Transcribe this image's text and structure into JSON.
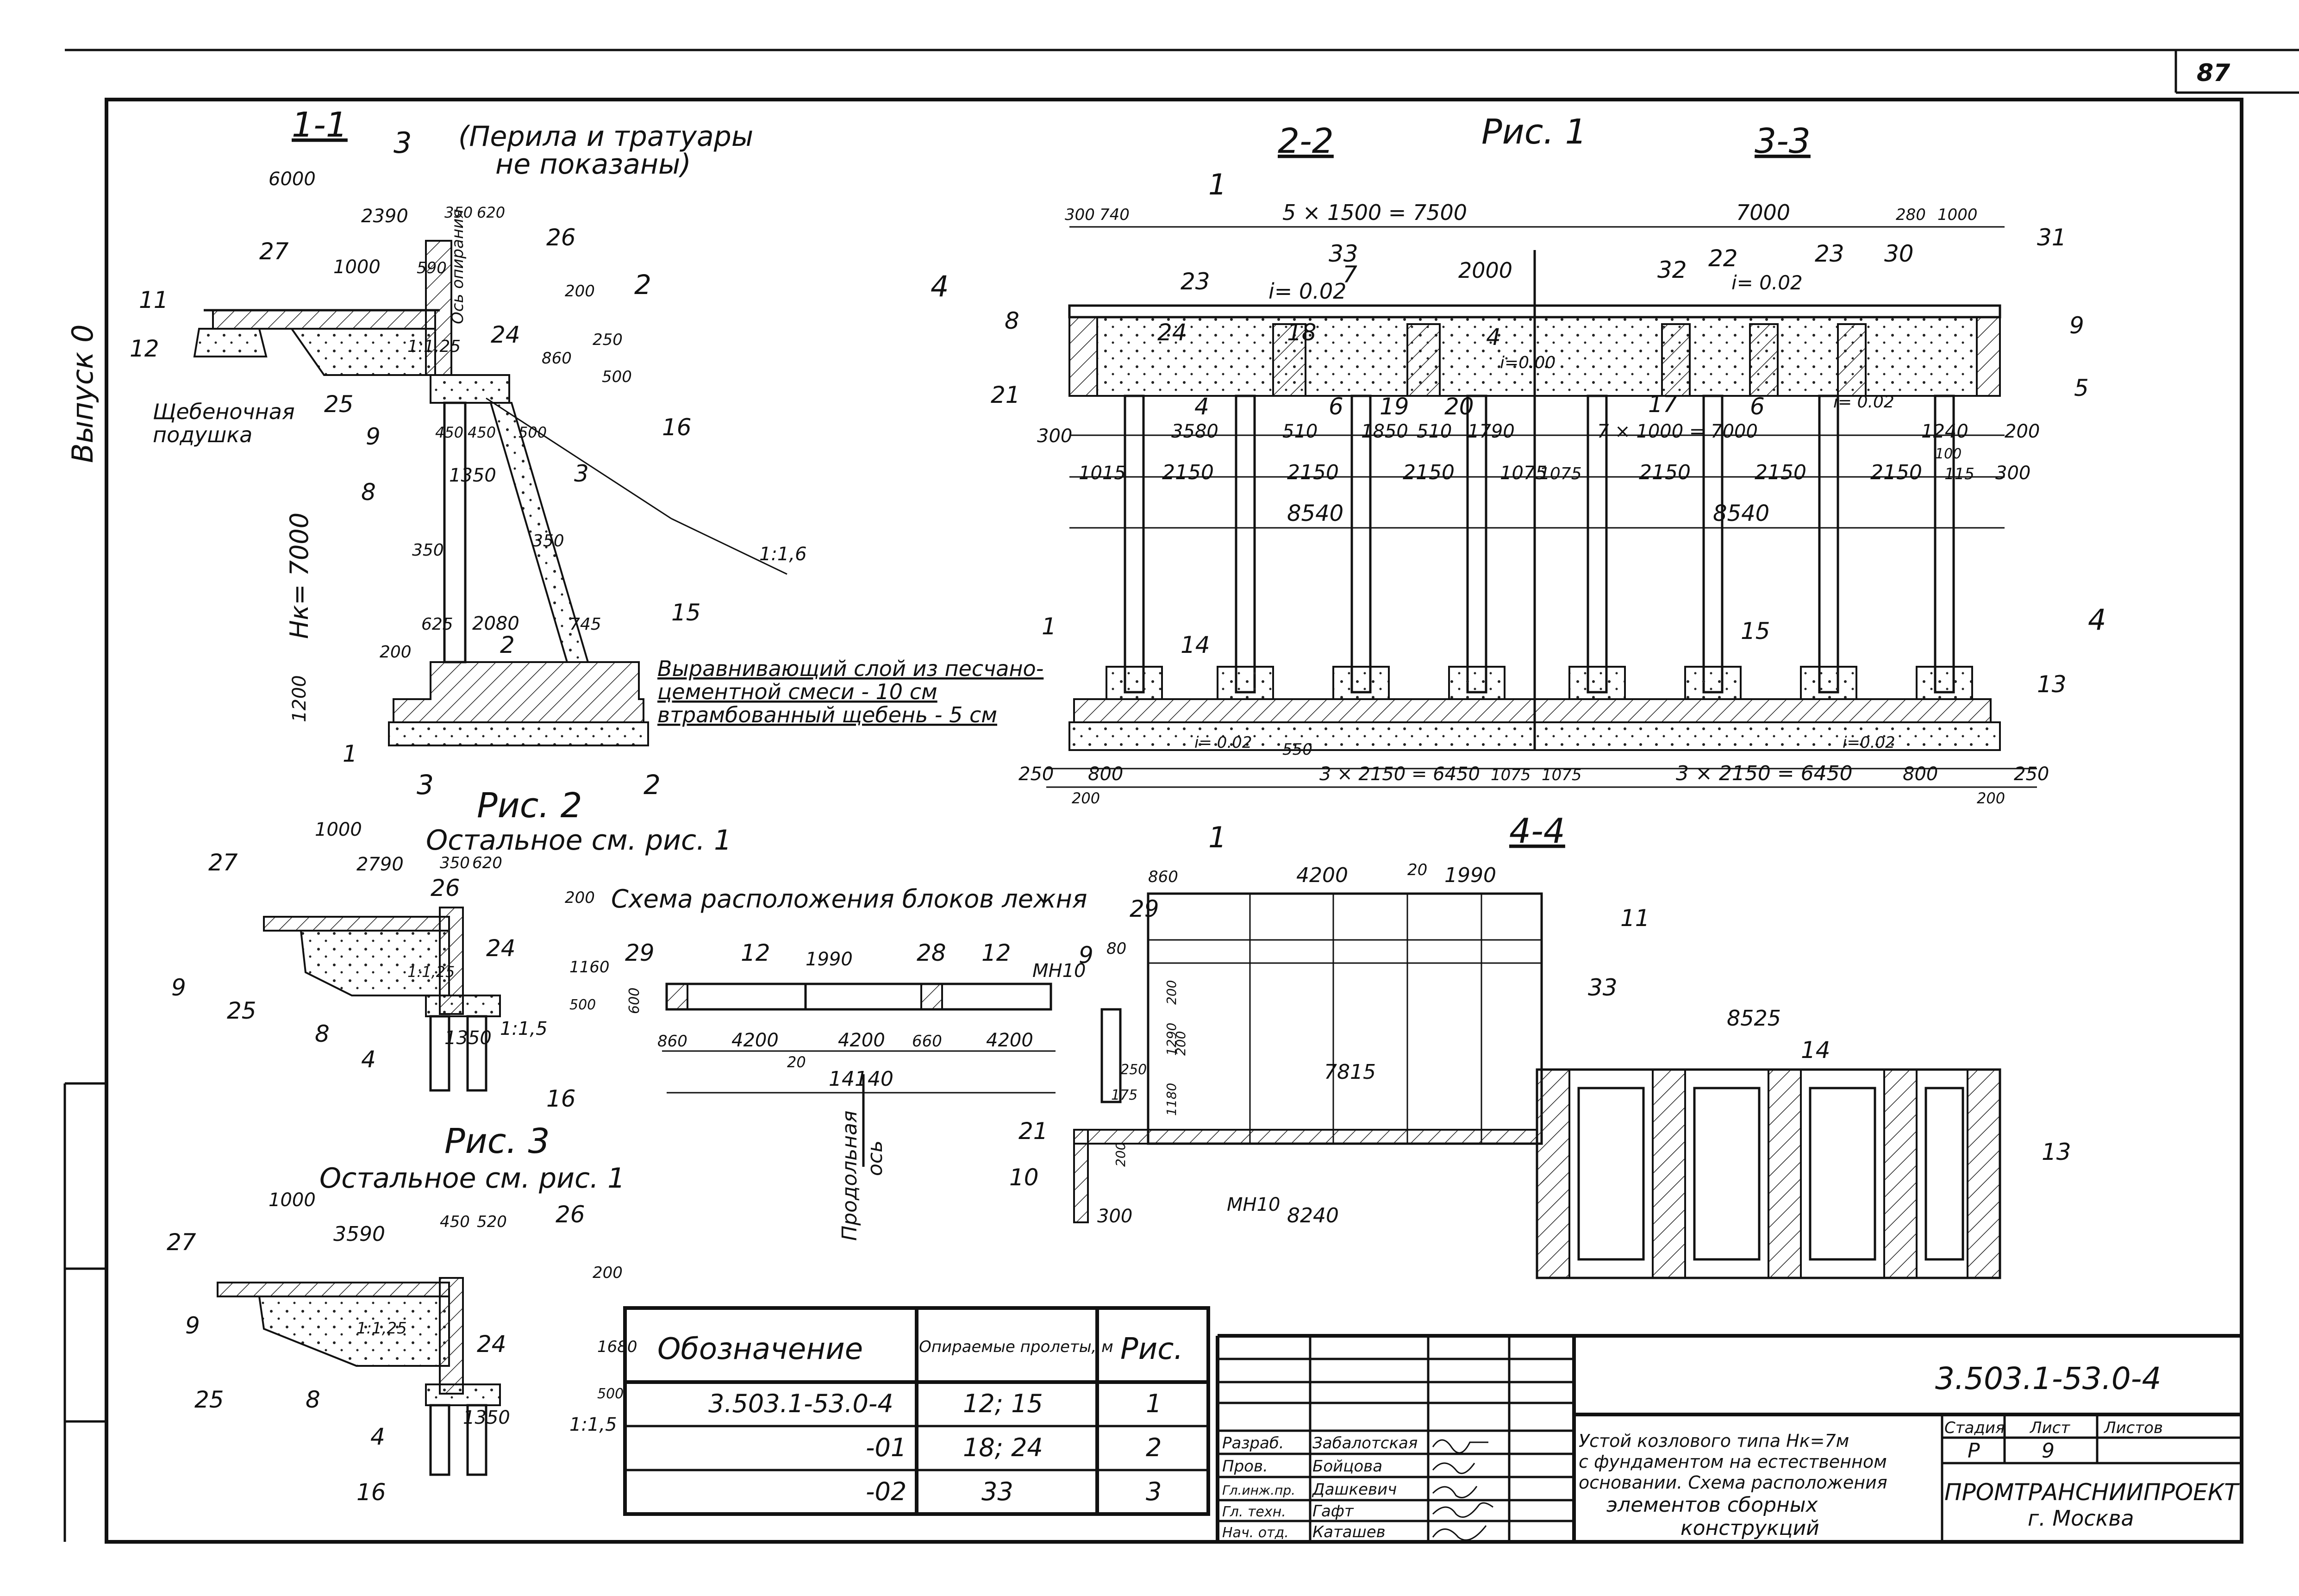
{
  "sheet_number": "87",
  "vypusk": "Выпуск 0",
  "fig1": {
    "title": "Рис. 1",
    "sec11": "1-1",
    "sec11_note1": "(Перила и тратуары",
    "sec11_note2": "не показаны)",
    "sec22": "2-2",
    "sec33": "3-3",
    "sec44": "4-4",
    "mark1": "1",
    "mark3": "3",
    "mark2": "2",
    "mark4": "4",
    "gravel_pad1": "Щебеночная",
    "gravel_pad2": "подушка",
    "hk": "Нк= 7000",
    "levelling1": "Выравнивающий слой из песчано-",
    "levelling2": "цементной смеси - 10 см",
    "levelling3": "втрамбованный щебень - 5 см",
    "axis_label": "Ось опирания",
    "slope_11": "1:1,25",
    "slope_16": "1:1,6",
    "dims_11": [
      "6000",
      "2390",
      "350",
      "620",
      "1000",
      "590",
      "200",
      "860",
      "250",
      "500",
      "450",
      "450",
      "500",
      "1350",
      "350",
      "350",
      "625",
      "2080",
      "745",
      "200",
      "1200"
    ],
    "marks_11": [
      "27",
      "11",
      "12",
      "26",
      "9",
      "25",
      "24",
      "8",
      "16",
      "3",
      "15",
      "2",
      "1"
    ],
    "dims_22": [
      "300",
      "740",
      "5 × 1500 = 7500",
      "2000",
      "300",
      "3580",
      "510",
      "1850",
      "510",
      "1790",
      "1015",
      "2150",
      "2150",
      "2150",
      "1075",
      "8540",
      "250",
      "800",
      "200",
      "550",
      "3 × 2150 = 6450",
      "1075"
    ],
    "dims_33": [
      "7000",
      "280",
      "1000",
      "7 × 1000 = 7000",
      "1240",
      "200",
      "100",
      "1075",
      "2150",
      "2150",
      "2150",
      "115",
      "300",
      "8540",
      "1075",
      "3 × 2150 = 6450",
      "800",
      "250",
      "200"
    ],
    "slopes_22": [
      "i= 0.02",
      "i= 0.02",
      "i=0.00",
      "i= 0.02",
      "i=0.02",
      "i= 0.02"
    ],
    "marks_22": [
      "8",
      "21",
      "23",
      "24",
      "18",
      "33",
      "7",
      "4",
      "6",
      "19",
      "20",
      "4",
      "1",
      "14"
    ],
    "marks_33": [
      "32",
      "22",
      "23",
      "30",
      "31",
      "9",
      "17",
      "6",
      "5",
      "15",
      "13"
    ]
  },
  "fig2": {
    "title": "Рис. 2",
    "rest": "Остальное см. рис. 1",
    "dims": [
      "1000",
      "2790",
      "350",
      "620",
      "200",
      "1160",
      "500",
      "1350"
    ],
    "marks": [
      "27",
      "26",
      "24",
      "9",
      "25",
      "8",
      "4",
      "16"
    ],
    "slope1": "1:1,25",
    "slope2": "1:1,5"
  },
  "scheme": {
    "title": "Схема расположения блоков лежня",
    "dims": [
      "860",
      "4200",
      "1990",
      "4200",
      "660",
      "4200",
      "20",
      "14140",
      "600"
    ],
    "marks": [
      "29",
      "12",
      "28",
      "12"
    ],
    "long_axis1": "Продольная",
    "long_axis2": "ось"
  },
  "sec44": {
    "dims": [
      "860",
      "4200",
      "20",
      "1990",
      "80",
      "200",
      "1290",
      "200",
      "1180",
      "250",
      "175",
      "200",
      "300",
      "8240",
      "7815",
      "8525"
    ],
    "marks": [
      "29",
      "11",
      "33",
      "9",
      "21",
      "10",
      "14",
      "13"
    ],
    "mn10a": "МН10",
    "mn10b": "МН10"
  },
  "fig3": {
    "title": "Рис. 3",
    "rest": "Остальное см. рис. 1",
    "dims": [
      "1000",
      "3590",
      "450",
      "520",
      "200",
      "1680",
      "500",
      "1350"
    ],
    "marks": [
      "27",
      "26",
      "9",
      "25",
      "24",
      "8",
      "4",
      "16"
    ],
    "slope1": "1:1,25",
    "slope2": "1:1,5"
  },
  "table": {
    "headers": [
      "Обозначение",
      "Опираемые пролеты, м",
      "Рис."
    ],
    "rows": [
      [
        "3.503.1-53.0-4",
        "12; 15",
        "1"
      ],
      [
        "-01",
        "18; 24",
        "2"
      ],
      [
        "-02",
        "33",
        "3"
      ]
    ]
  },
  "stamp": {
    "code": "3.503.1-53.0-4",
    "roles": [
      "Разраб.",
      "Пров.",
      "Гл.инж.пр.",
      "Гл. техн.",
      "Нач. отд."
    ],
    "names": [
      "Забалотская",
      "Бойцова",
      "Дашкевич",
      "Гафт",
      "Каташев"
    ],
    "desc1": "Устой козлового типа Нк=7м",
    "desc2": "с фундаментом на естественном",
    "desc3": "основании. Схема расположения",
    "desc4": "элементов сборных",
    "desc5": "конструкций",
    "stage_h": "Стадия",
    "sheet_h": "Лист",
    "sheets_h": "Листов",
    "stage": "Р",
    "sheet": "9",
    "org": "ПРОМТРАНСНИИПРОЕКТ",
    "city": "г. Москва"
  }
}
